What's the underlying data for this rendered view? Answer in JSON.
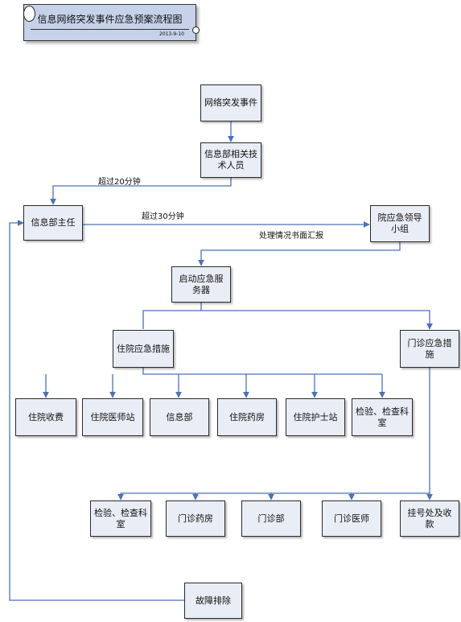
{
  "title": {
    "text": "信息网络突发事件应急预案流程图",
    "date": "2013-9-10"
  },
  "nodes": {
    "network_incident": "网络突发事件",
    "it_staff": "信息部相关技术人员",
    "it_director": "信息部主任",
    "leadership_group": "院应急领导小组",
    "start_server": "启动应急服务器",
    "inpatient_measures": "住院应急措施",
    "outpatient_measures": "门诊应急措施",
    "inpatient_billing": "住院收费",
    "inpatient_doctor_station": "住院医师站",
    "it_department": "信息部",
    "inpatient_pharmacy": "住院药房",
    "inpatient_nurse_station": "住院护士站",
    "inpatient_lab": "检验、检查科室",
    "outpatient_lab": "检验、检查科室",
    "outpatient_pharmacy": "门诊药房",
    "outpatient_dept": "门诊部",
    "outpatient_doctor": "门诊医师",
    "registration_billing": "挂号处及收款",
    "fault_cleared": "故障排除"
  },
  "edge_labels": {
    "over_20min": "超过20分钟",
    "over_30min": "超过30分钟",
    "written_report": "处理情况书面汇报"
  },
  "colors": {
    "box_fill": "#e9edf5",
    "title_fill": "#c5d2e9",
    "connector": "#4a72b8"
  }
}
